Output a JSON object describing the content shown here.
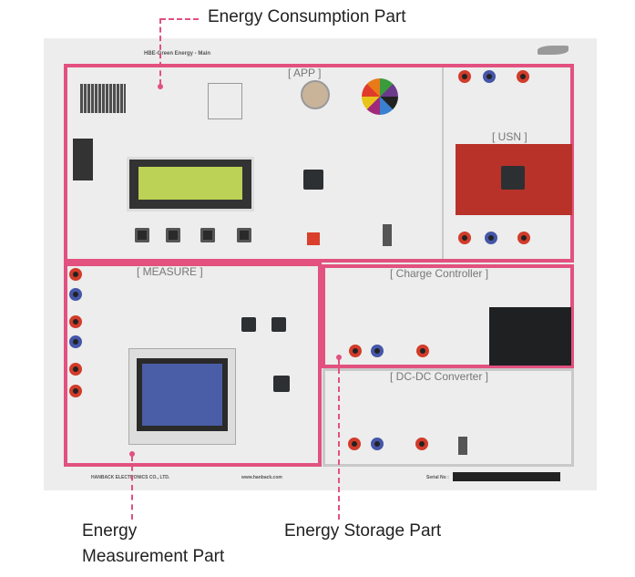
{
  "callouts": {
    "consumption": "Energy Consumption Part",
    "measurement_line1": "Energy",
    "measurement_line2": "Measurement Part",
    "storage": "Energy Storage Part"
  },
  "board": {
    "title": "HBE-Green Energy - Main",
    "sections": {
      "app": "[ APP ]",
      "usn": "[ USN ]",
      "measure": "[ MEASURE ]",
      "charge": "[ Charge Controller ]",
      "dcdc": "[ DC-DC Converter ]"
    },
    "footer": {
      "company": "HANBACK ELECTRONICS CO., LTD.",
      "website": "www.hanback.com",
      "serial": "Serial No :"
    }
  },
  "colors": {
    "accent": "#e2517f",
    "board": "#ecedec"
  }
}
